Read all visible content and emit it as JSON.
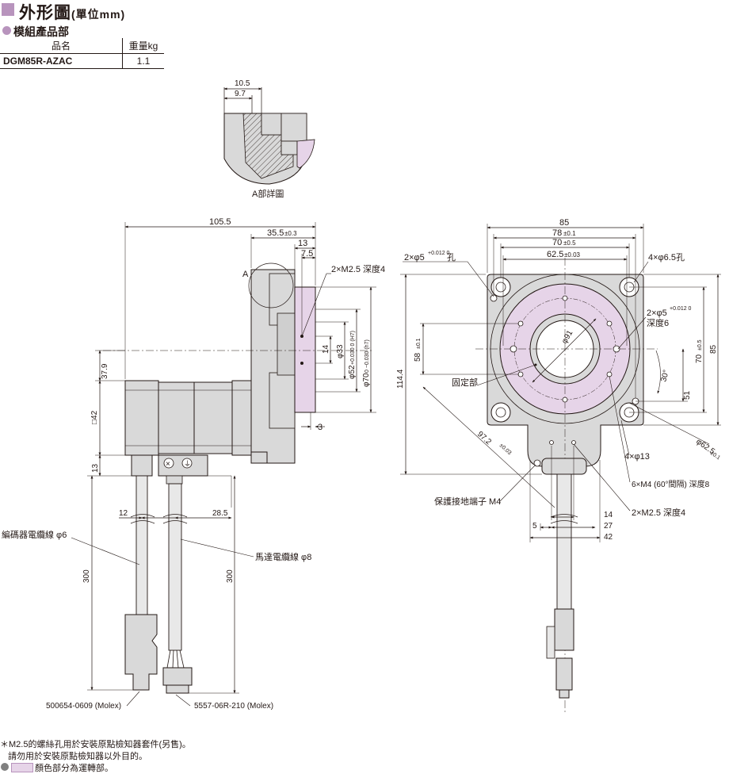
{
  "header": {
    "title": "外形圖",
    "unit": "(單位mm)",
    "subheading": "模組產品部"
  },
  "spec_table": {
    "col_name": "品名",
    "col_mass": "重量kg",
    "model": "DGM85R-AZAC",
    "mass": "1.1"
  },
  "detail": {
    "label": "A部詳圖",
    "dim_outer": "10.5",
    "dim_inner": "9.7"
  },
  "side_view": {
    "detail_marker": "A",
    "dim_total_length": "105.5",
    "dim_table_length": "35.5",
    "dim_table_tol": "±0.3",
    "dim_13": "13",
    "dim_7_5": "7.5",
    "tap_note": "2×M2.5 深度4",
    "dim_14": "14",
    "dim_phi33": "φ33",
    "dim_phi52": "φ52",
    "tol_phi52": "+0.030 0 (H7)",
    "dim_phi70": "φ70",
    "tol_phi70": "0 −0.030 (h7)",
    "dim_37_9": "37.9",
    "dim_sq42": "□42",
    "dim_3": "3",
    "dim_13_left": "13",
    "dim_12": "12",
    "dim_28_5": "28.5",
    "dim_300_left": "300",
    "dim_300_right": "300",
    "encoder_cable": "編碼器電纜線 φ6",
    "motor_cable": "馬達電纜線 φ8",
    "connector_left": "500654-0609 (Molex)",
    "connector_right": "5557-06R-210 (Molex)"
  },
  "front_view": {
    "dim_85_top": "85",
    "dim_78": "78",
    "tol_78": "±0.1",
    "dim_70_top": "70",
    "tol_70_top": "±0.5",
    "dim_62_5": "62.5",
    "tol_62_5": "±0.03",
    "pin_hole_note": "2×φ5",
    "pin_hole_tol": "+0.012 0",
    "pin_hole_suffix": "孔",
    "mount_hole_note": "4×φ6.5孔",
    "pin_hole2_note": "2×φ5",
    "pin_hole2_tol": "+0.012 0",
    "pin_hole2_depth": "深度6",
    "dim_phi91": "φ91",
    "dim_58": "58",
    "tol_58": "±0.1",
    "dim_114_4": "114.4",
    "fixed_part": "固定部",
    "dim_70_right": "70",
    "tol_70_right": "±0.5",
    "dim_85_right": "85",
    "dim_30deg": "30°",
    "dim_51": "51",
    "dim_97_2": "97.2",
    "tol_97_2": "±0.03",
    "dim_phi62_5": "φ62.5",
    "tol_phi62_5": "±0.1",
    "dim_4phi13": "4×φ13",
    "tap_m4_note": "6×M4 (60°間隔) 深度8",
    "ground_note": "保護接地端子 M4",
    "tap_m2_5_note": "2×M2.5 深度4",
    "dim_14": "14",
    "dim_5": "5",
    "dim_27": "27",
    "dim_42": "42"
  },
  "notes": {
    "line1": "＊M2.5的螺絲孔用於安裝原點檢知器套件(另售)。",
    "line2": "請勿用於安裝原點檢知器以外目的。",
    "legend": "顏色部分為運轉部。"
  },
  "colors": {
    "accent": "#b894bd",
    "rotating": "#e6d4e8",
    "body_gray": "#d9d9d9",
    "line": "#231815"
  }
}
